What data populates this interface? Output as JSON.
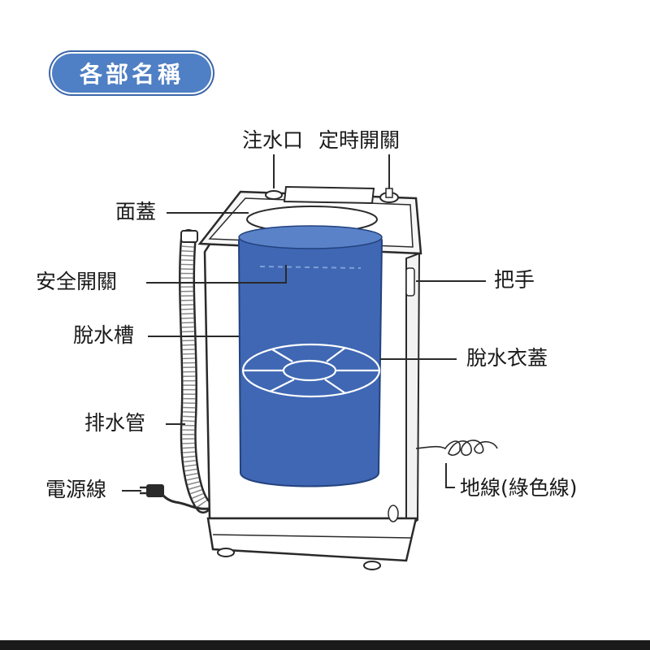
{
  "title": "各部名稱",
  "colors": {
    "title_bg": "#4f7fc4",
    "drum": "#3f67b4",
    "line": "#2a2a2a"
  },
  "labels": {
    "water_inlet": "注水口",
    "timer_switch": "定時開關",
    "top_cover": "面蓋",
    "safety_switch": "安全開關",
    "spin_tub": "脫水槽",
    "drain_hose": "排水管",
    "power_cord": "電源線",
    "handle": "把手",
    "spin_cover": "脫水衣蓋",
    "ground_wire": "地線(綠色線)"
  }
}
